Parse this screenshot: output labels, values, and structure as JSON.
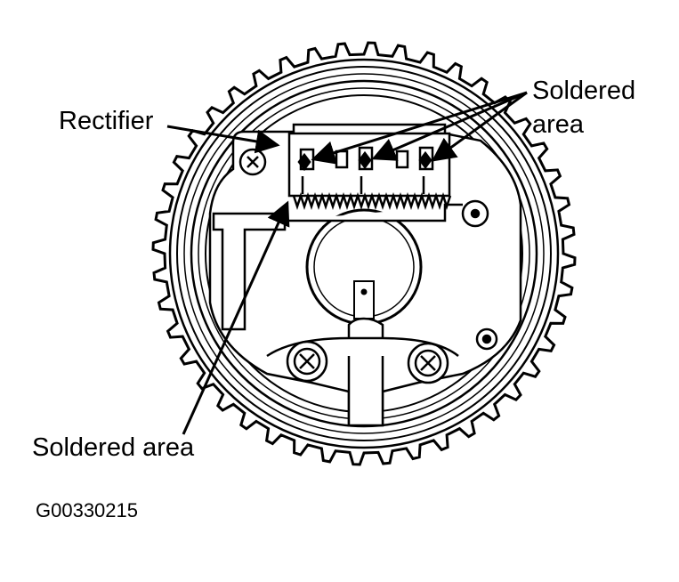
{
  "labels": {
    "rectifier": "Rectifier",
    "soldered_area_top_line1": "Soldered",
    "soldered_area_top_line2": "area",
    "soldered_area_bottom": "Soldered area",
    "figure_code": "G00330215"
  },
  "colors": {
    "ink": "#000000",
    "paper": "#ffffff"
  }
}
